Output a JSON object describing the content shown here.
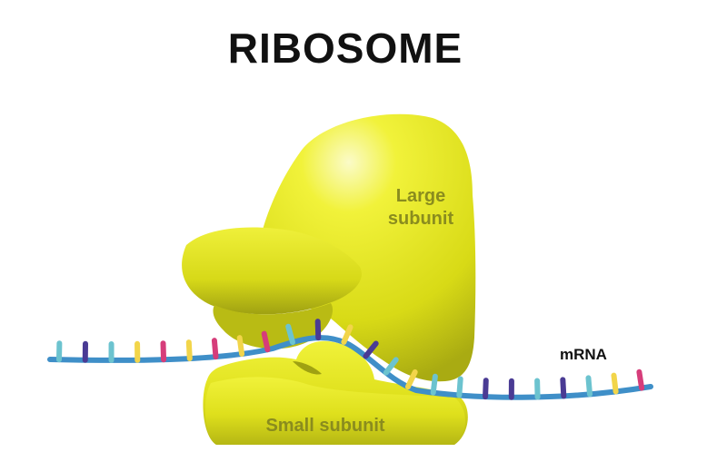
{
  "title": "RIBOSOME",
  "labels": {
    "large_subunit": "Large subunit",
    "small_subunit": "Small subunit",
    "mrna": "mRNA"
  },
  "colors": {
    "subunit_fill": "#e3e41b",
    "subunit_shadow": "#a9ab12",
    "label_text": "#8a8c1e",
    "mrna_strand": "#3f8fc8",
    "nucleotides": [
      "#6cc3cf",
      "#4a3b94",
      "#d63d7a",
      "#f2d54a"
    ]
  }
}
